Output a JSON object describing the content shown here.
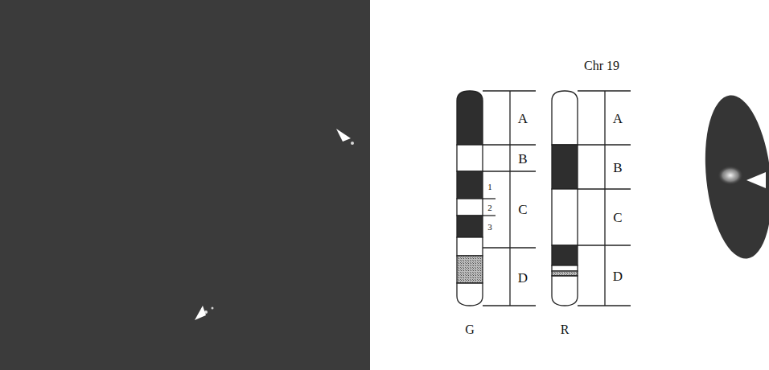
{
  "diagram": {
    "labels": [
      "Chr 19",
      "A",
      "B",
      "1",
      "2",
      "3",
      "C",
      "D",
      "A",
      "B",
      "C",
      "D",
      "G",
      "R"
    ]
  }
}
